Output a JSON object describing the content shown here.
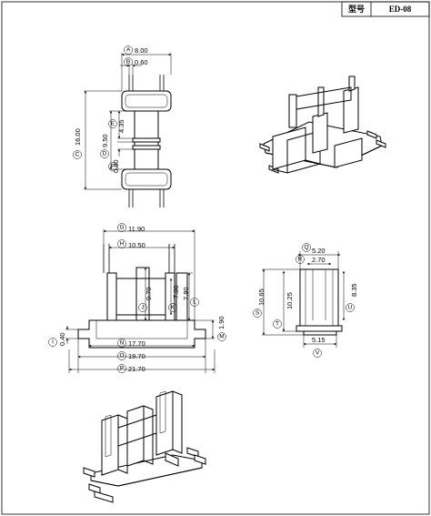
{
  "header": {
    "model_label": "型号",
    "model_value": "ED-08"
  },
  "top_view": {
    "A": {
      "letter": "A",
      "value": "8.00"
    },
    "B": {
      "letter": "B",
      "value": "0.60"
    },
    "C": {
      "letter": "C",
      "value": "16.00"
    },
    "D": {
      "letter": "D",
      "value": "9.50"
    },
    "E": {
      "letter": "E",
      "value": "4.35"
    },
    "F": {
      "letter": "F",
      "value": "0.80"
    }
  },
  "front_view": {
    "G": {
      "letter": "G",
      "value": "11.90"
    },
    "H": {
      "letter": "H",
      "value": "10.50"
    },
    "I": {
      "letter": "I",
      "value": "0.40"
    },
    "J": {
      "letter": "J",
      "value": "9.70"
    },
    "K": {
      "letter": "K",
      "value": "7.00"
    },
    "L": {
      "letter": "L",
      "value": "7.80"
    },
    "M": {
      "letter": "M",
      "value": "1.90"
    },
    "N": {
      "letter": "N",
      "value": "17.70"
    },
    "O": {
      "letter": "O",
      "value": "19.70"
    },
    "P": {
      "letter": "P",
      "value": "21.70"
    }
  },
  "side_view": {
    "Q": {
      "letter": "Q",
      "value": "5.20"
    },
    "R": {
      "letter": "R",
      "value": "2.70"
    },
    "S": {
      "letter": "S",
      "value": "10.65"
    },
    "T": {
      "letter": "T",
      "value": "10.25"
    },
    "U": {
      "letter": "U",
      "value": "8.35"
    },
    "V": {
      "letter": "V",
      "value": "5.15"
    }
  }
}
